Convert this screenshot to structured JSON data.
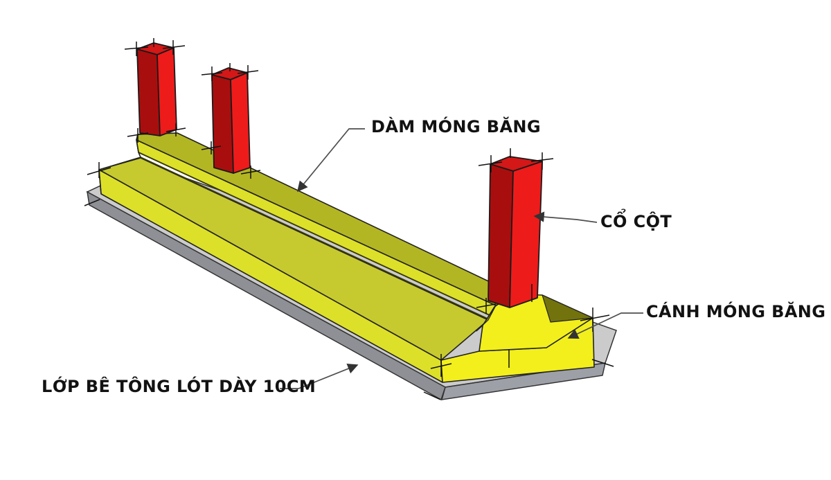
{
  "diagram": {
    "type": "isometric-construction-diagram",
    "subject": "strip footing foundation",
    "background_color": "#ffffff",
    "labels": {
      "dam": {
        "text": "DÀM MÓNG BĂNG"
      },
      "co_cot": {
        "text": "CỔ CỘT"
      },
      "canh": {
        "text": "CÁNH MÓNG BĂNG"
      },
      "lop": {
        "text": "LỚP BÊ TÔNG LÓT DÀY 10CM"
      }
    },
    "colors": {
      "footing_yellow_bright": "#f2ef1c",
      "footing_yellow_face": "#dde028",
      "footing_yellow_slope": "#c6ca2e",
      "footing_yellow_top": "#b3b623",
      "footing_dark_slope": "#73730e",
      "column_red_front": "#ee1b1b",
      "column_red_side": "#a90e0e",
      "column_red_top": "#d41717",
      "base_gray_top": "#cbcbcb",
      "base_gray_front": "#8e9095",
      "base_gray_end": "#9da0a7",
      "outline": "#222222",
      "leader_line": "#4f4f4f",
      "label_text": "#121212"
    }
  }
}
